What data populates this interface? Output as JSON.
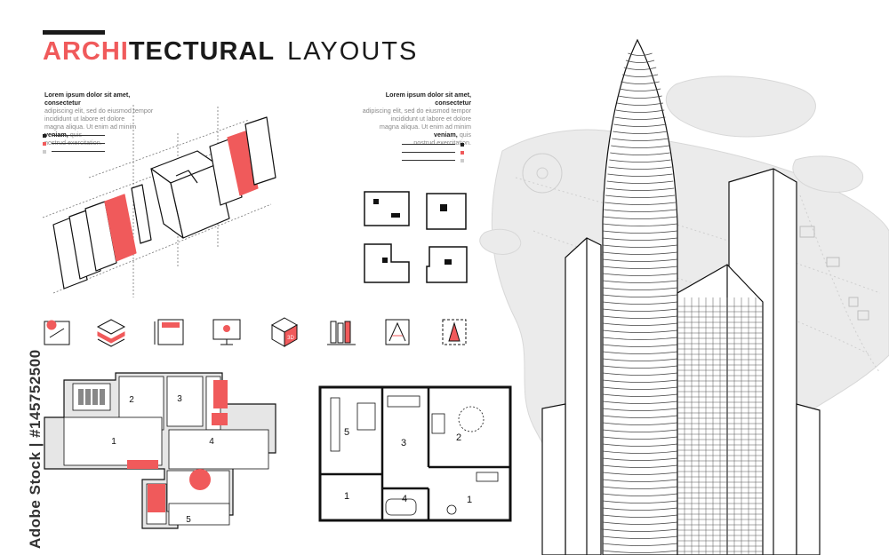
{
  "title": {
    "part1": "ARCHI",
    "part2": "TECTURAL",
    "part3": "LAYOUTS"
  },
  "text_block_left": {
    "line1_lead": "Lorem ipsum dolor sit amet,",
    "line1_bold": "consectetur",
    "line2": "adipiscing elit, sed do eiusmod tempor",
    "line3": "incididunt ut labore et dolore",
    "line4_lead": "magna aliqua. Ut enim ad minim",
    "line4_bold": "veniam,",
    "line4_tail": "quis",
    "line5": "nostrud exercitation."
  },
  "text_block_right": {
    "line1_lead": "Lorem ipsum dolor sit amet,",
    "line1_bold": "consectetur",
    "line2": "adipiscing elit, sed do eiusmod tempor",
    "line3": "incididunt ut labore et dolore",
    "line4_lead": "magna aliqua. Ut enim ad minim",
    "line4_bold": "veniam,",
    "line4_tail": "quis",
    "line5": "nostrud exercitation."
  },
  "legend_colors": [
    "#222222",
    "#f05a5b",
    "#cccccc"
  ],
  "colors": {
    "accent": "#f05a5b",
    "ink": "#1a1a1a",
    "muted": "#888888",
    "light_gray": "#e6e6e6"
  },
  "icons": [
    "map-pin-icon",
    "layers-icon",
    "calculator-icon",
    "monitor-blueprint-icon",
    "cube-3d-icon",
    "books-icon",
    "letter-a-icon",
    "pen-plan-icon"
  ],
  "cube_icon_label": "3D",
  "floor_plan_left": {
    "rooms": [
      "1",
      "2",
      "3",
      "4",
      "5"
    ]
  },
  "floor_plan_right": {
    "rooms": [
      "1",
      "2",
      "3",
      "4",
      "5",
      "1"
    ]
  },
  "watermark_id": "Adobe Stock | #145752500"
}
